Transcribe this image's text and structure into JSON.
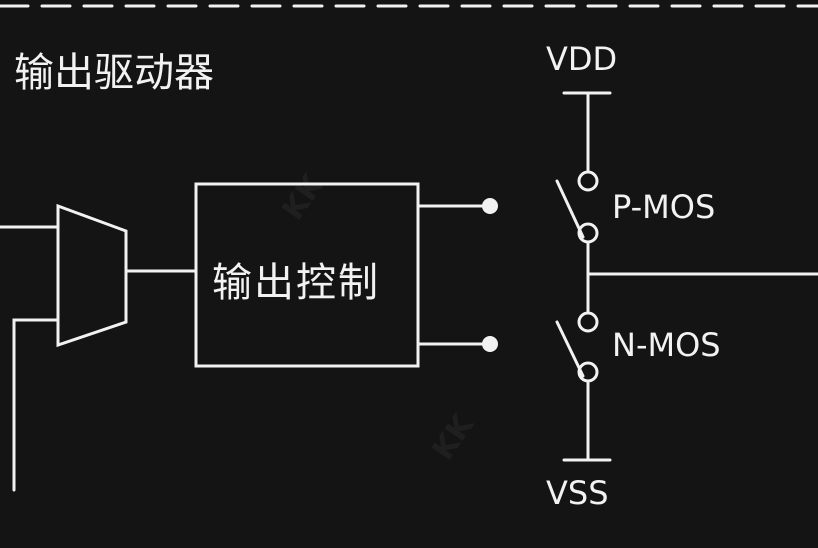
{
  "title": "输出驱动器",
  "block_label": "输出控制",
  "rails": {
    "top": "VDD",
    "bottom": "VSS"
  },
  "devices": {
    "upper": "P-MOS",
    "lower": "N-MOS"
  },
  "colors": {
    "background": "#141414",
    "line": "#f2f2f2"
  }
}
